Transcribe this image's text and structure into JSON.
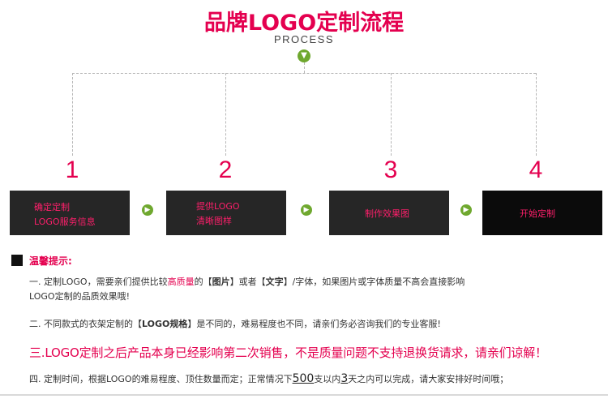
{
  "header": {
    "title": "品牌LOGO定制流程",
    "subtitle": "PROCESS",
    "down_icon": "chevron-down-icon"
  },
  "steps": [
    {
      "number": "1",
      "line1": "确定定制",
      "line2": "LOGO服务信息"
    },
    {
      "number": "2",
      "line1": "提供LOGO",
      "line2": "清晰图样"
    },
    {
      "number": "3",
      "line1": "制作效果图"
    },
    {
      "number": "4",
      "line1": "开始定制"
    }
  ],
  "tips": {
    "title": "温馨提示:",
    "note1": {
      "prefix": "一. 定制LOGO，需要亲们提供比较",
      "highlight": "高质量",
      "middle1": "的【",
      "bold1": "图片",
      "middle2": "】或者【",
      "bold2": "文字",
      "suffix": "】/字体，如果图片或字体质量不高会直接影响",
      "line2": "LOGO定制的品质效果哦!"
    },
    "note2": {
      "prefix": "二. 不同款式的衣架定制的【",
      "bold": "LOGO规格",
      "suffix": "】是不同的，难易程度也不同，请亲们务必咨询我们的专业客服!"
    },
    "note3": "三.LOGO定制之后产品本身已经影响第二次销售，不是质量问题不支持退换货请求，请亲们谅解！",
    "note4": {
      "prefix": "四. 定制时间，根据LOGO的难易程度、顶住数量而定；正常情况下",
      "num1": "500",
      "middle": "支以内",
      "num2": "3",
      "suffix": "天之内可以完成，请大家安排好时间哦；"
    }
  },
  "colors": {
    "accent": "#e4004f",
    "green": "#6fa82f",
    "box": "#262626"
  }
}
